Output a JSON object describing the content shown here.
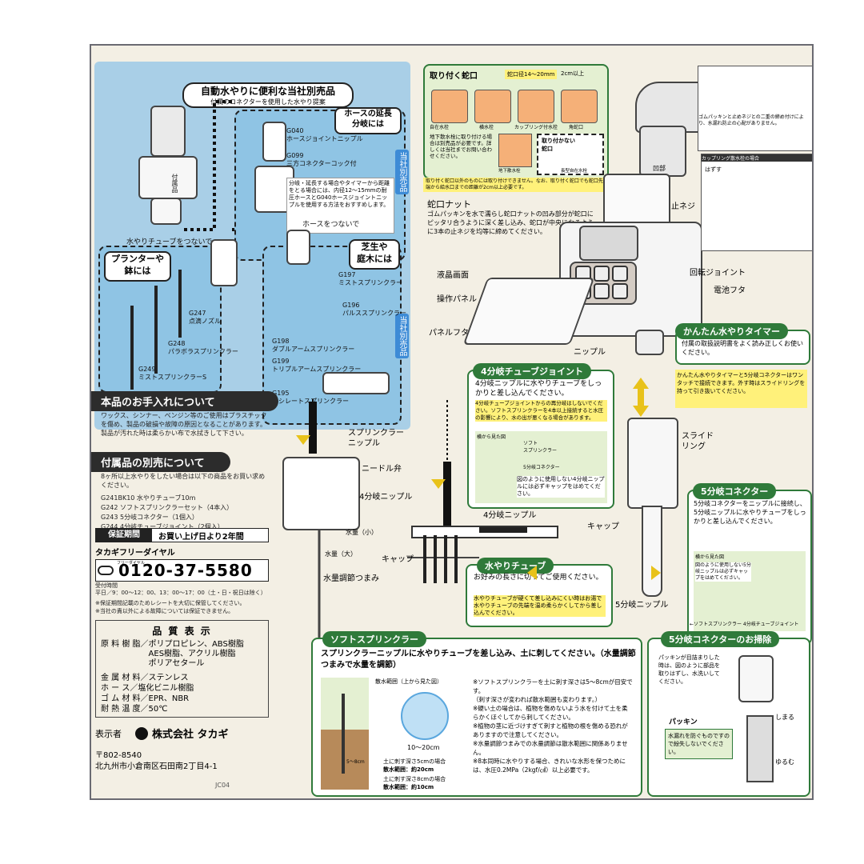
{
  "topleft": {
    "title": "自動水やりに便利な当社別売品",
    "subtitle": "付属のコネクターを使用した水やり提案",
    "hose_ext": "ホースの延長\n分岐には",
    "side_tag_1": "当社別売品",
    "side_tag_2": "当社別売品",
    "g040": "G040\nホースジョイントニップル",
    "g099": "G099\n三方コネクターコック付",
    "note_yellow": "分岐・延長する場合やタイマーから距離をとる場合には、内径12～15mmの耐圧ホースとG040ホースジョイントニップルを使用する方法をおすすめします。",
    "tube_connect": "水やりチューブをつないで",
    "hose_connect": "ホースをつないで",
    "planter": "プランターや\n鉢には",
    "lawn": "芝生や\n庭木には",
    "g197": "G197\nミストスプリンクラー",
    "g196": "G196\nパルススプリンクラー",
    "g198": "G198\nダブルアームスプリンクラー",
    "g199": "G199\nトリプルアームスプリンクラー",
    "g195": "G195\nオシレートスプリンクラー",
    "g247": "G247\n点滴ノズル",
    "g248": "G248\nパラボラスプリンクラー",
    "g249": "G249\nミストスプリンクラーS",
    "fuzokuhin": "付属品"
  },
  "care": {
    "header": "本品のお手入れについて",
    "body": "ワックス、シンナー、ベンジン等のご使用はプラスチックを傷め、製品の破損や故障の原因となることがあります。製品が汚れた時は柔らかい布で水拭きして下さい。"
  },
  "accessories": {
    "header": "付属品の別売について",
    "intro": "8ヶ所以上水やりをしたい場合は以下の商品をお買い求めください。",
    "items": [
      "G241BK10 水やりチューブ10m",
      "G242 ソフトスプリンクラーセット（4本入）",
      "G243 5分岐コネクター（1個入）",
      "G244 4分岐チューブジョイント（2個入）"
    ]
  },
  "warranty": {
    "label": "保証期間",
    "value": "お買い上げ日より2年間",
    "freedial_label": "タカギフリーダイヤル",
    "freedial_tag": "フリーダイヤル",
    "phone": "0120-37-5580",
    "hours_label": "受付時間",
    "hours": "平日／9：00～12：00、13：00～17：00（土・日・祝日は除く）",
    "note1": "※保証期間記載のためレシートを大切に保管してください。",
    "note2": "※当社の責以外による故障については保証できません。"
  },
  "quality": {
    "header": "品 質 表 示",
    "rows": [
      {
        "k": "原 料 樹 脂",
        "v": "ポリプロピレン、ABS樹脂\nAES樹脂、アクリル樹脂\nポリアセタール"
      },
      {
        "k": "金 属 材 料",
        "v": "ステンレス"
      },
      {
        "k": "ホ ー ス",
        "v": "塩化ビニル樹脂"
      },
      {
        "k": "ゴ ム 材 料",
        "v": "EPR、NBR"
      },
      {
        "k": "耐 熱 温 度",
        "v": "50℃"
      }
    ],
    "maker_label": "表示者",
    "maker": "株式会社 タカギ",
    "zip": "〒802-8540",
    "address": "北九州市小倉南区石田南2丁目4-1",
    "code": "JC04"
  },
  "faucet": {
    "title": "取り付く蛇口",
    "dims": "蛇口径14～20mm",
    "dims2": "2cm以上",
    "types": [
      "自在水栓",
      "横水栓",
      "カップリング付水栓",
      "角蛇口"
    ],
    "note": "地下散水栓に取り付ける場合は別売品が必要です。詳しくは当社までお問い合わせください。",
    "not_attach": "取り付かない\n蛇口",
    "not_types": [
      "地下散水栓",
      "長型自在水栓"
    ],
    "bottom_note": "取り付く蛇口以外のものには取り付けできません。なお、取り付く蛇口でも蛇口先端から給水口までの距離が2cm以上必要です。"
  },
  "timer_labels": {
    "kuchi_nut": "蛇口ナット",
    "kuchi_nut_desc": "ゴムパッキンを水で濡らし蛇口ナットの凹み部分が蛇口にピッタリ合うように深く差し込み、蛇口が中央になるように3本の止ネジを均等に締めてください。",
    "tome_neji": "止ネジ",
    "kubomi": "凹部",
    "lcd": "液晶画面",
    "panel": "操作パネル",
    "panel_lid": "パネルフタ",
    "rotate": "回転ジョイント",
    "battery": "電池フタ",
    "nipple": "ニップル",
    "gasket": "ゴムパッキンと止めネジとの二重の締め付けにより、水漏れ防止の心配がありません。",
    "coupling": "カップリング散水栓の場合",
    "hazusu": "はずす"
  },
  "easy_timer": {
    "header": "かんたん水やりタイマー",
    "body": "付属の取扱説明書をよく読み正しくお使いください。",
    "note": "かんたん水やりタイマーと5分岐コネクターはワンタッチで接続できます。外す時はスライドリングを持って引き抜いてください。",
    "slide_ring": "スライド\nリング"
  },
  "four_way": {
    "header": "4分岐チューブジョイント",
    "body": "4分岐ニップルに水やりチューブをしっかりと差し込んでください。",
    "note": "4分岐チューブジョイントからの再分岐はしないでください。ソフトスプリンクラーを4本以上接続すると水圧の影響により、水の出が悪くなる場合があります。",
    "side_view": "横から見た図",
    "soft_spr": "ソフト\nスプリンクラー",
    "five_conn": "5分岐コネクター",
    "cap_note": "図のように使用しない4分岐ニップルには必ずキャップをはめてください。",
    "nipple_4": "4分岐ニップル",
    "nipple_4b": "4分岐ニップル",
    "cap": "キャップ",
    "cap2": "キャップ",
    "needle": "ニードル弁",
    "spr_nipple": "スプリンクラー\nニップル",
    "flow_small": "水量（小）",
    "flow_large": "水量（大）",
    "flow_knob": "水量調節つまみ"
  },
  "five_way": {
    "header": "5分岐コネクター",
    "body": "5分岐コネクターをニップルに接続し、5分岐ニップルに水やりチューブをしっかりと差し込んでください。",
    "side_view": "横から見た図",
    "note": "図のように使用しない5分岐ニップルは必ずキャップをはめてください。",
    "nipple_5": "5分岐ニップル",
    "caption": "←ソフトスプリンクラー 4分岐チューブジョイント"
  },
  "tube": {
    "header": "水やりチューブ",
    "body": "お好みの長さに切ってご使用ください。",
    "note": "水やりチューブが硬くて差し込みにくい時はお湯で水やりチューブの先端を温め柔らかくしてから差し込んでください。"
  },
  "soft": {
    "header": "ソフトスプリンクラー",
    "body": "スプリンクラーニップルに水やりチューブを差し込み、土に刺してください。（水量調節つまみで水量を調節）",
    "spray": "散水範囲（上から見た図）",
    "depth": "5～8cm",
    "range": "10～20cm",
    "d5": "土に刺す深さ5cmの場合",
    "d5r": "散水範囲：約20cm",
    "d8": "土に刺す深さ8cmの場合",
    "d8r": "散水範囲：約10cm",
    "notes": [
      "※ソフトスプリンクラーを土に刺す深さは5～8cmが目安です。",
      "（刺す深さが変われば散水範囲も変わります。）",
      "※硬い土の場合は、植物を傷めないよう水を付けて土を柔らかくほぐしてから刺してください。",
      "※植物の茎に近づけすぎて刺すと植物の根を傷める恐れがありますので注意してください。",
      "※水量調節つまみでの水量調節は散水範囲に関係ありません。",
      "※8本同時に水やりする場合、きれいな水形を保つためには、水圧0.2MPa（2kgf/㎠）以上必要です。"
    ]
  },
  "clean": {
    "header": "5分岐コネクターのお掃除",
    "body": "パッキンが目詰まりした時は、図のように部品を取りはずし、水洗いしてください。",
    "shimaru": "しまる",
    "yurumu": "ゆるむ",
    "packing": "パッキン",
    "packing_note": "水漏れを防ぐものですので紛失しないでください。"
  }
}
